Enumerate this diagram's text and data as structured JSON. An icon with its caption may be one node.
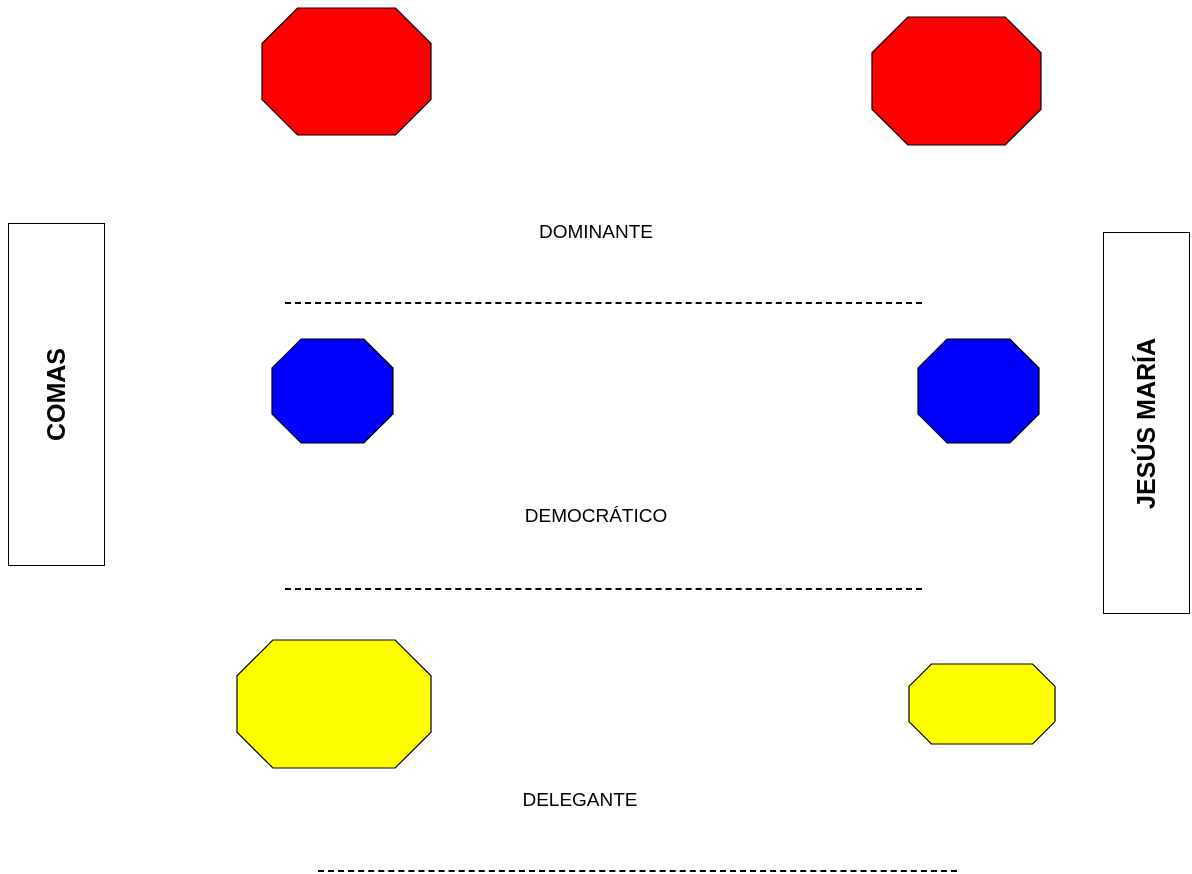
{
  "diagram": {
    "nodes": [
      {
        "text": [
          "COMAS"
        ]
      },
      {
        "text": [],
        "shape": "octagon"
      },
      {
        "text": [],
        "shape": "octagon"
      },
      {
        "text": [],
        "shape": "octagon"
      },
      {
        "text": [],
        "shape": "octagon"
      },
      {
        "text": [],
        "shape": "octagon"
      },
      {
        "text": [],
        "shape": "octagon"
      },
      {
        "text": [
          "JESÚS MARÍA"
        ]
      }
    ],
    "edges": [],
    "labels": [
      "DOMINANTE",
      "DEMOCRÁTICO",
      "DELEGANTE"
    ]
  }
}
